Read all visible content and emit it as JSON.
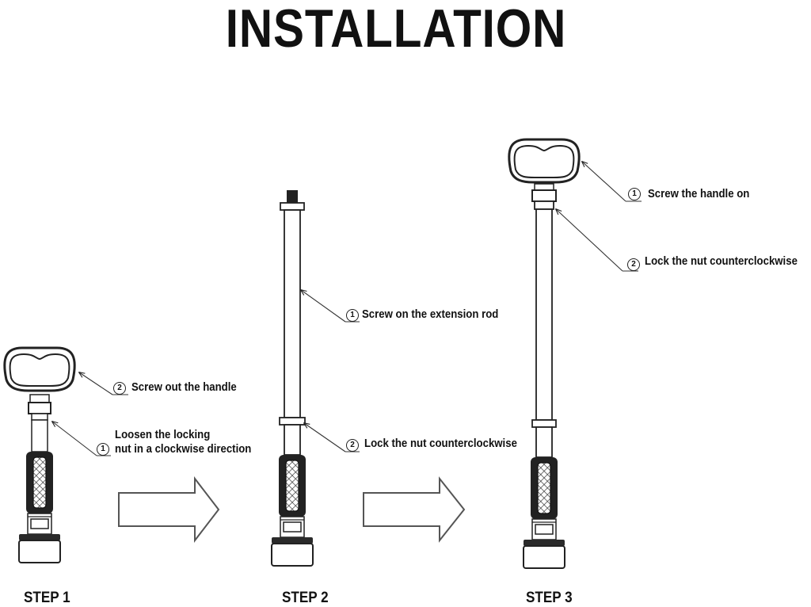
{
  "title": "INSTALLATION",
  "steps": [
    {
      "label": "STEP 1",
      "callouts": [
        {
          "num": "2",
          "text": "Screw out the handle"
        },
        {
          "num": "1",
          "text_line1": "Loosen the locking",
          "text_line2": "nut in a clockwise direction"
        }
      ]
    },
    {
      "label": "STEP 2",
      "callouts": [
        {
          "num": "1",
          "text": "Screw on the extension rod"
        },
        {
          "num": "2",
          "text": "Lock the nut counterclockwise"
        }
      ]
    },
    {
      "label": "STEP 3",
      "callouts": [
        {
          "num": "1",
          "text": "Screw the handle on"
        },
        {
          "num": "2",
          "text": "Lock the nut counterclockwise"
        }
      ]
    }
  ]
}
